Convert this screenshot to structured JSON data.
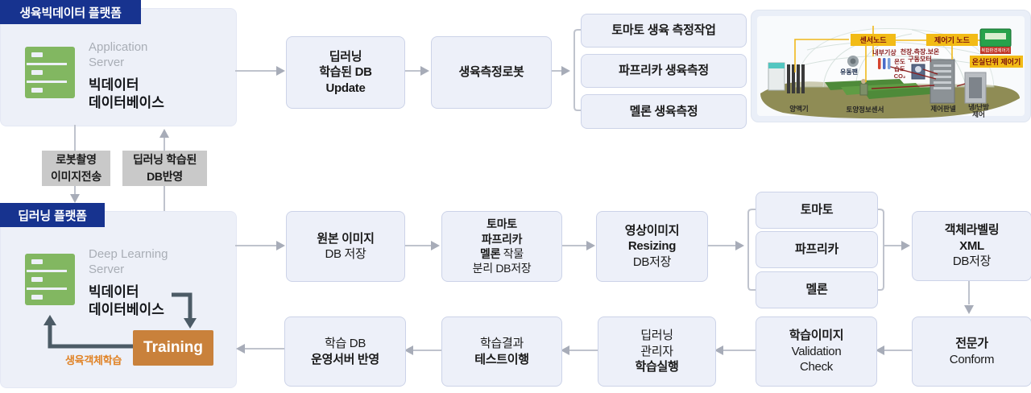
{
  "colors": {
    "badge_navy": "#17338f",
    "node_fill": "#edf0f9",
    "node_border": "#ccd3e8",
    "gray_label_bg": "#c9c9c9",
    "training_orange": "#c9813b",
    "caption_orange": "#e08224",
    "server_green": "#82b761",
    "arrow_gray": "#bfc3cd",
    "arrow_slate": "#4c5b66"
  },
  "bigdata_platform": {
    "badge": "생육빅데이터 플랫폼",
    "server_label_l1": "Application",
    "server_label_l2": "Server",
    "server_title_l1": "빅데이터",
    "server_title_l2": "데이터베이스"
  },
  "top_flow": {
    "db_update_l1": "딥러닝",
    "db_update_l2": "학습된 DB",
    "db_update_l3": "Update",
    "robot": "생육측정로봇",
    "tasks": [
      "토마토 생육 측정작업",
      "파프리카 생육측정",
      "멜론 생육측정"
    ]
  },
  "exchange": {
    "robot_send_l1": "로봇촬영",
    "robot_send_l2": "이미지전송",
    "db_reflect_l1": "딥러닝 학습된",
    "db_reflect_l2": "DB반영"
  },
  "dl_platform": {
    "badge": "딥러닝 플랫폼",
    "server_label_l1": "Deep Learning",
    "server_label_l2": "Server",
    "server_title_l1": "빅데이터",
    "server_title_l2": "데이터베이스",
    "training": "Training",
    "training_caption": "생육객체학습"
  },
  "dl_flow": {
    "original_l1": "원본 이미지",
    "original_l2": "DB 저장",
    "split_l1": "토마토",
    "split_l2": "파프리카",
    "split_l3_bold": "멜론",
    "split_l3_rest": " 작물",
    "split_l4": "분리 DB저장",
    "resize_l1": "영상이미지",
    "resize_l2": "Resizing",
    "resize_l3": "DB저장",
    "crops": [
      "토마토",
      "파프리카",
      "멜론"
    ],
    "label_l1": "객체라벨링",
    "label_l2": "XML",
    "label_l3": "DB저장",
    "expert_l1": "전문가",
    "expert_l2": "Conform",
    "valid_l1": "학습이미지",
    "valid_l2": "Validation",
    "valid_l3": "Check",
    "exec_l1": "딥러닝",
    "exec_l2": "관리자",
    "exec_l3": "학습실행",
    "test_l1": "학습결과",
    "test_l2": "테스트이행",
    "deploy_l1": "학습 DB",
    "deploy_l2": "운영서버 반영"
  },
  "greenhouse": {
    "sensor_node": "센서노드",
    "controller_node": "제어기 노드",
    "unit_controller": "온실단위 제어기",
    "device_label": "복합환경제어기",
    "indoor_weather": "내부기상",
    "motor_l1": "천장.측장.보온",
    "motor_l2": "구동모터",
    "temp": "온도",
    "humidity": "습도",
    "co2": "CO₂",
    "fan": "유동팬",
    "nutrient": "양액기",
    "soil_sensor": "토양정보센서",
    "panel": "제어판넬",
    "hvac_l1": "냉/난방",
    "hvac_l2": "제어"
  }
}
